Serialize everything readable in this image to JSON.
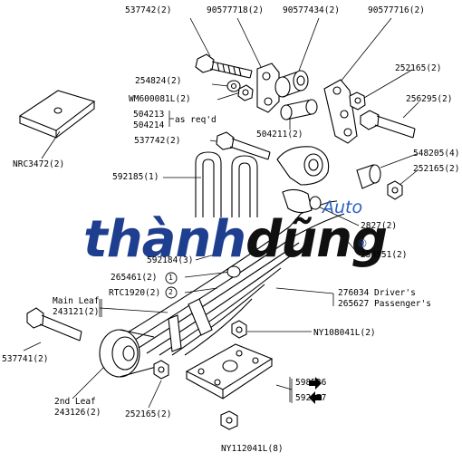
{
  "labels": {
    "p537742_top": "537742(2)",
    "p90577718": "90577718(2)",
    "p90577434": "90577434(2)",
    "p90577716": "90577716(2)",
    "p254824": "254824(2)",
    "p252165_a": "252165(2)",
    "pWM600081L": "WM600081L(2)",
    "p256295": "256295(2)",
    "p504213": "504213",
    "p504214": "504214",
    "as_reqd": "as req'd",
    "p504211": "504211(2)",
    "p537742_mid": "537742(2)",
    "p548205": "548205(4)",
    "p252165_b": "252165(2)",
    "pNRC3472": "NRC3472(2)",
    "p592185": "592185(1)",
    "p2827": "2827(2)",
    "p250551": "250551(2)",
    "p592184": "592184(3)",
    "p265461": "265461(2)",
    "pRTC1920": "RTC1920(2)",
    "circ1": "1",
    "circ2": "2",
    "p276034": "276034 Driver's",
    "p265627": "265627 Passenger's",
    "main_leaf": "Main Leaf",
    "p243121": "243121(2)",
    "pNY108041L": "NY108041L(2)",
    "p537741": "537741(2)",
    "p598536": "598536",
    "p592177": "592177",
    "second_leaf": "2nd Leaf",
    "p243126": "243126(2)",
    "p252165_c": "252165(2)",
    "pNY112041L": "NY112041L(8)"
  },
  "watermark": {
    "brand_part1": "thành",
    "brand_part2": "dũng",
    "auto": "Auto",
    "registered": "®",
    "brand_blue": "#1e3f8f",
    "brand_dark": "#101010",
    "auto_color": "#2a5fc7"
  },
  "icons": [
    "arrow-right-icon",
    "arrow-left-icon"
  ]
}
